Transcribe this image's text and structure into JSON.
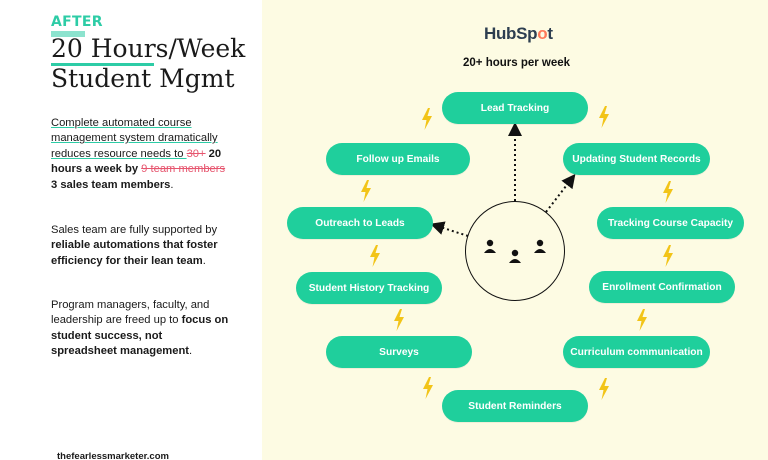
{
  "left": {
    "badge": "AFTER",
    "title": "20 Hours/Week Student Mgmt",
    "p1": {
      "a": "Complete automated course management system dramatically reduces resource needs to ",
      "strike1": "30+",
      "b": " 20 hours a week by ",
      "strike2": "9 team members",
      "c": " 3 sales team members",
      "d": "."
    },
    "p2": {
      "a": "Sales team are fully supported by ",
      "b": "reliable automations that foster efficiency for their lean team",
      "c": "."
    },
    "p3": {
      "a": "Program managers, faculty, and leadership are freed up to ",
      "b": "focus on student success, not spreadsheet management",
      "c": "."
    },
    "footer": "thefearlessmarketer.com"
  },
  "right": {
    "logo": "HubSpot",
    "subtitle": "20+ hours per week",
    "pills": {
      "lead_tracking": "Lead Tracking",
      "follow_up_emails": "Follow up Emails",
      "updating_student_records": "Updating Student Records",
      "outreach_to_leads": "Outreach to Leads",
      "tracking_course_capacity": "Tracking Course Capacity",
      "student_history_tracking": "Student History Tracking",
      "enrollment_confirmation": "Enrollment Confirmation",
      "surveys": "Surveys",
      "curriculum_communication": "Curriculum communication",
      "student_reminders": "Student Reminders"
    }
  },
  "colors": {
    "accent": "#1fcf9c",
    "bolt": "#f2c418",
    "strike": "#e6556e",
    "panel_bg": "#fdfbe3",
    "hubspot_orange": "#ff7a59",
    "hubspot_navy": "#2d3e50"
  },
  "icons": [
    "lightning-bolt-icon",
    "person-icon",
    "hubspot-logo"
  ]
}
